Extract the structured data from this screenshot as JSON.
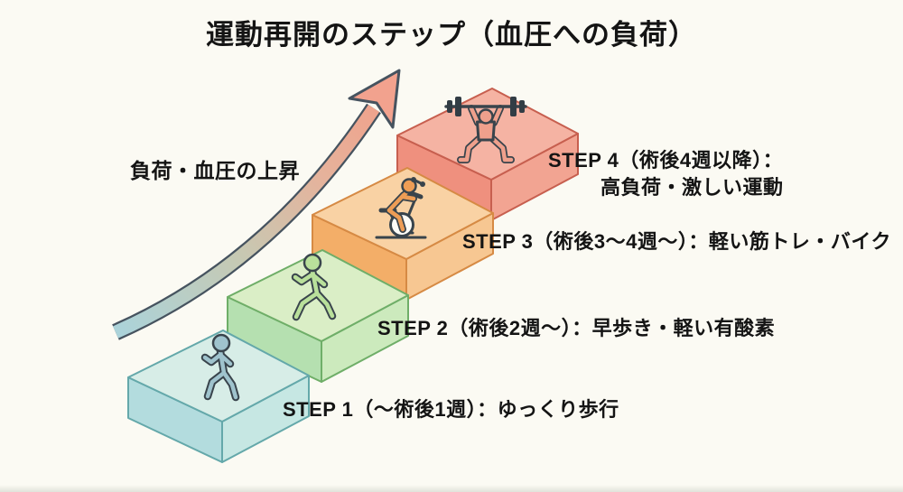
{
  "title": "運動再開のステップ（血圧への負荷）",
  "arrow": {
    "label": "負荷・血圧の上昇",
    "outline_color": "#46535f",
    "head_color": "#f2a28e",
    "gradient": [
      "#abd3da",
      "#c6c9b3",
      "#e6b29b",
      "#f29e88"
    ]
  },
  "colors": {
    "background": "#fbfaf3",
    "text": "#141414",
    "icon_outline": "#39444c",
    "wheel_fill": "#fdfcf7",
    "plate_color": "#323d45"
  },
  "steps": [
    {
      "id": "STEP 1",
      "label": "STEP 1（〜術後1週）：ゆっくり歩行",
      "icon": "walking-person",
      "colors": {
        "top": "#d7ede7",
        "left": "#b3dcde",
        "right": "#c6e7e3",
        "edge": "#64a8aa",
        "icon": "#9fc3cd"
      }
    },
    {
      "id": "STEP 2",
      "label": "STEP 2（術後2週〜）：早歩き・軽い有酸素",
      "icon": "brisk-walking-person",
      "colors": {
        "top": "#daeec6",
        "left": "#b5e0b0",
        "right": "#cceabd",
        "edge": "#6fae68",
        "icon": "#b9e09b"
      }
    },
    {
      "id": "STEP 3",
      "label": "STEP 3（術後3〜4週〜）：軽い筋トレ・バイク",
      "icon": "exercise-bike",
      "colors": {
        "top": "#f9d2a4",
        "left": "#f3ae68",
        "right": "#f7c792",
        "edge": "#d68a44",
        "icon": "#ee9d55"
      }
    },
    {
      "id": "STEP 4",
      "label_line1": "STEP 4（術後4週以降）：",
      "label_line2": "高負荷・激しい運動",
      "icon": "weightlifter",
      "colors": {
        "top": "#f5b3a3",
        "left": "#ef907e",
        "right": "#f2a492",
        "edge": "#c75f4f",
        "icon": "#efa08c"
      }
    }
  ]
}
